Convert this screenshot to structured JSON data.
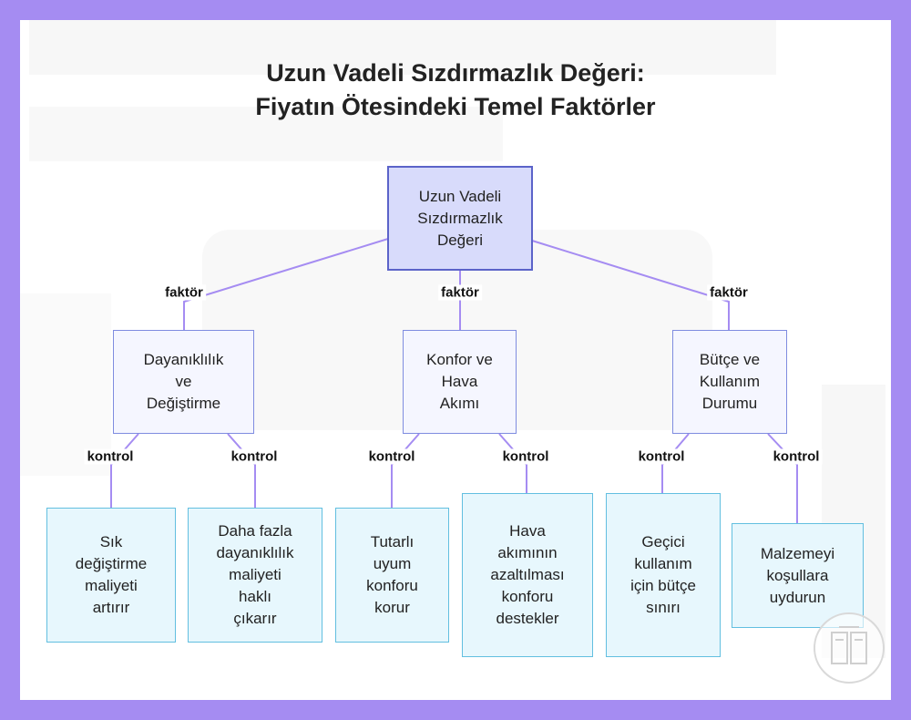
{
  "title": {
    "line1": "Uzun Vadeli Sızdırmazlık Değeri:",
    "line2": "Fiyatın Ötesindeki Temel Faktörler"
  },
  "nodes": {
    "root": [
      "Uzun Vadeli",
      "Sızdırmazlık",
      "Değeri"
    ],
    "durability": [
      "Dayanıklılık",
      "ve",
      "Değiştirme"
    ],
    "comfort": [
      "Konfor ve",
      "Hava",
      "Akımı"
    ],
    "budget": [
      "Bütçe ve",
      "Kullanım",
      "Durumu"
    ],
    "leaf1": [
      "Sık",
      "değiştirme",
      "maliyeti",
      "artırır"
    ],
    "leaf2": [
      "Daha fazla",
      "dayanıklılık",
      "maliyeti",
      "haklı",
      "çıkarır"
    ],
    "leaf3": [
      "Tutarlı",
      "uyum",
      "konforu",
      "korur"
    ],
    "leaf4": [
      "Hava",
      "akımının",
      "azaltılması",
      "konforu",
      "destekler"
    ],
    "leaf5": [
      "Geçici",
      "kullanım",
      "için bütçe",
      "sınırı"
    ],
    "leaf6": [
      "Malzemeyi",
      "koşullara",
      "uydurun"
    ]
  },
  "edge_labels": {
    "factor": "faktör",
    "control": "kontrol"
  },
  "colors": {
    "background": "#a58cf2",
    "root_fill": "#d8dbfb",
    "root_border": "#5b63c9",
    "mid_fill": "#f5f6ff",
    "mid_border": "#7f8ce0",
    "leaf_fill": "#e7f7fd",
    "leaf_border": "#62bfe0",
    "connector": "#a58cf2"
  }
}
